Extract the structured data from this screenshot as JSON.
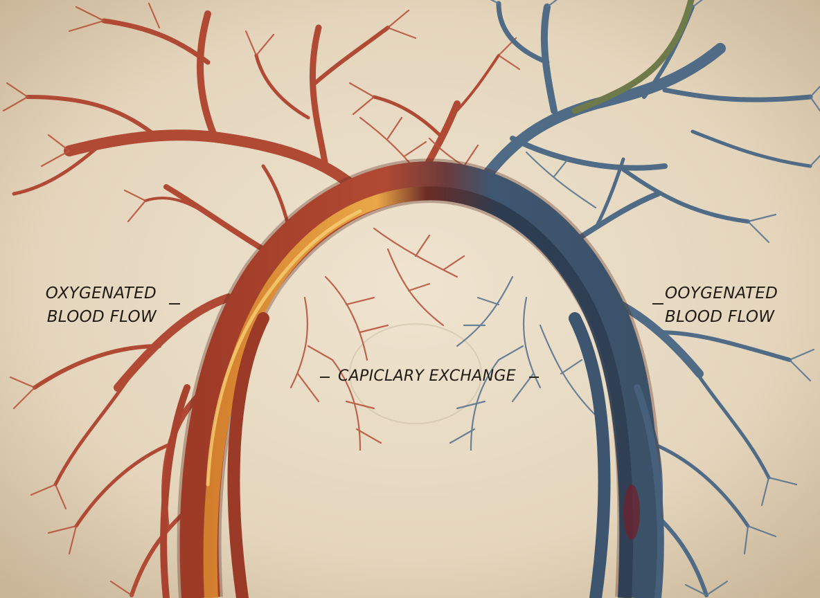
{
  "labels": {
    "left": {
      "line1": "OXYGENATED",
      "line2": "BLOOD FLOW"
    },
    "right": {
      "line1": "OOYGENATED",
      "line2": "BLOOD FLOW"
    },
    "center": "CAPICLARY EXCHANGE"
  },
  "colors": {
    "paper": "#e6d9c2",
    "artery": "#b04a35",
    "artery_dark": "#8e3424",
    "artery_highlight": "#e9a63c",
    "vein": "#4f6b85",
    "vein_dark": "#33475c",
    "vein_olive": "#6e7a49",
    "ink": "#1f1a14"
  }
}
